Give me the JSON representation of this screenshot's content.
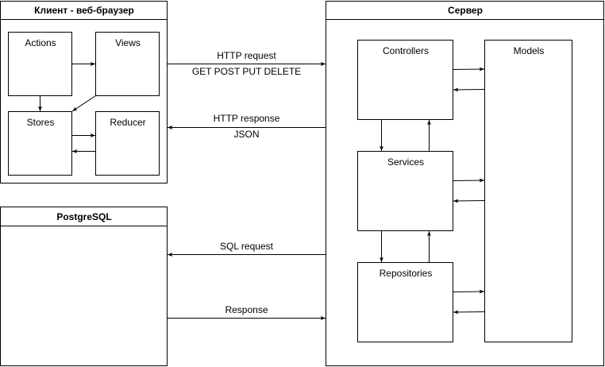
{
  "containers": {
    "client": {
      "title": "Клиент - веб-браузер"
    },
    "server": {
      "title": "Сервер"
    },
    "db": {
      "title": "PostgreSQL"
    }
  },
  "client_boxes": {
    "actions": "Actions",
    "views": "Views",
    "stores": "Stores",
    "reducer": "Reducer"
  },
  "server_boxes": {
    "controllers": "Controllers",
    "services": "Services",
    "repositories": "Repositories",
    "models": "Models"
  },
  "connections": {
    "http_request": {
      "label": "HTTP request",
      "detail": "GET POST PUT DELETE"
    },
    "http_response": {
      "label": "HTTP response",
      "detail": "JSON"
    },
    "sql_request": {
      "label": "SQL request"
    },
    "db_response": {
      "label": "Response"
    }
  }
}
